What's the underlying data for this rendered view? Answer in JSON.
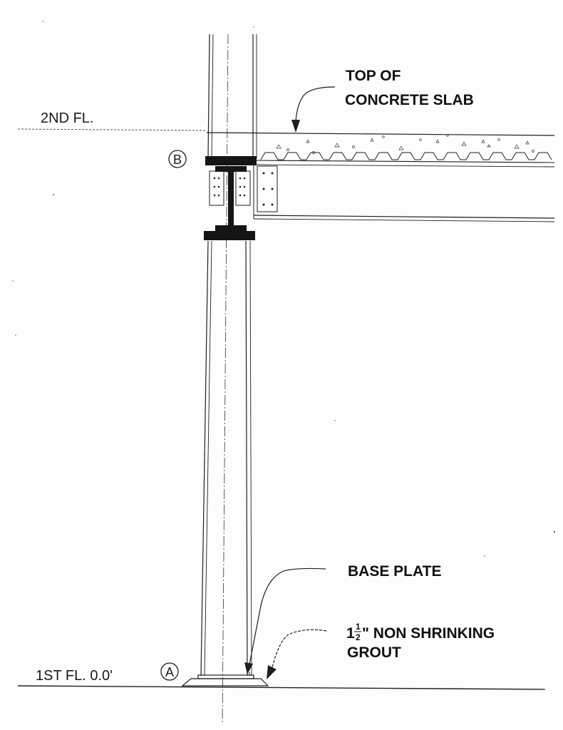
{
  "floors": {
    "second": "2ND FL.",
    "first": "1ST FL. 0.0'"
  },
  "grid_markers": {
    "upper": "B",
    "lower": "A"
  },
  "notes": {
    "slab_line1": "TOP OF",
    "slab_line2": "CONCRETE SLAB",
    "base_plate": "BASE PLATE",
    "grout_whole": "1",
    "grout_num": "1",
    "grout_den": "2",
    "grout_rest": "\" NON SHRINKING",
    "grout_line2": "GROUT"
  },
  "colors": {
    "linework": "#1f1f1f",
    "steel_fill": "#151515",
    "paper": "#fdfdfd"
  }
}
